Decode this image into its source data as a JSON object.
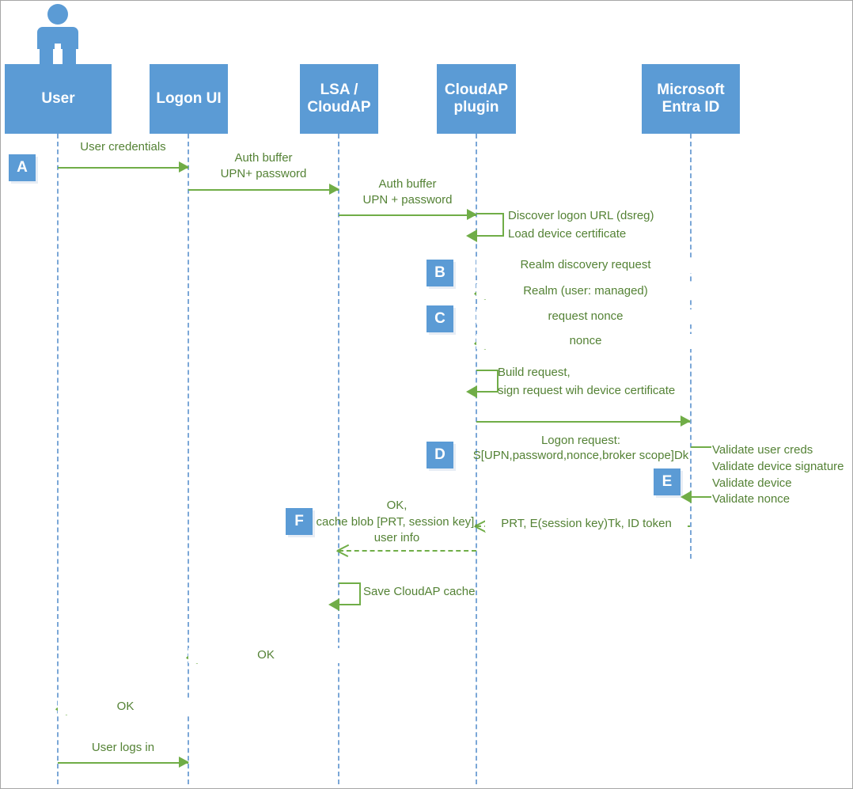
{
  "diagram": {
    "title": "Microsoft Entra ID joined device sign-in flow",
    "type": "sequence-diagram",
    "accent_blue": "#5B9BD5",
    "lifeline_blue": "#7BA7D7",
    "message_green": "#70AD47",
    "label_green": "#548235",
    "frame_border": "#A6A6A6"
  },
  "participants": [
    {
      "id": "user",
      "label": "User",
      "has_actor_icon": true
    },
    {
      "id": "logon_ui",
      "label": "Logon UI",
      "has_actor_icon": false
    },
    {
      "id": "lsa_cloudap",
      "label": "LSA /\nCloudAP",
      "line1": "LSA /",
      "line2": "CloudAP"
    },
    {
      "id": "cloudap_plugin",
      "label": "CloudAP\nplugin",
      "line1": "CloudAP",
      "line2": "plugin"
    },
    {
      "id": "entra_id",
      "label": "Microsoft\nEntra ID",
      "line1": "Microsoft",
      "line2": "Entra ID"
    }
  ],
  "markers": [
    {
      "id": "A",
      "label": "A"
    },
    {
      "id": "B",
      "label": "B"
    },
    {
      "id": "C",
      "label": "C"
    },
    {
      "id": "D",
      "label": "D"
    },
    {
      "id": "E",
      "label": "E"
    },
    {
      "id": "F",
      "label": "F"
    }
  ],
  "messages": [
    {
      "id": "m1",
      "from": "user",
      "to": "logon_ui",
      "style": "solid",
      "direction": "right",
      "label": "User credentials",
      "marker": "A"
    },
    {
      "id": "m2",
      "from": "logon_ui",
      "to": "lsa_cloudap",
      "style": "solid",
      "direction": "right",
      "label_line1": "Auth buffer",
      "label_line2": "UPN+ password"
    },
    {
      "id": "m3",
      "from": "lsa_cloudap",
      "to": "cloudap_plugin",
      "style": "solid",
      "direction": "right",
      "label_line1": "Auth buffer",
      "label_line2": "UPN + password"
    },
    {
      "id": "m4",
      "from": "cloudap_plugin",
      "to": "cloudap_plugin",
      "style": "self",
      "direction": "self",
      "label_line1": "Discover logon URL (dsreg)",
      "label_line2": "Load device certificate"
    },
    {
      "id": "m5",
      "from": "cloudap_plugin",
      "to": "entra_id",
      "style": "solid",
      "direction": "right",
      "label": "Realm discovery request",
      "marker": "B"
    },
    {
      "id": "m6",
      "from": "entra_id",
      "to": "cloudap_plugin",
      "style": "dashed",
      "direction": "left",
      "label": "Realm (user: managed)"
    },
    {
      "id": "m7",
      "from": "cloudap_plugin",
      "to": "entra_id",
      "style": "solid",
      "direction": "right",
      "label": "request nonce",
      "marker": "C"
    },
    {
      "id": "m8",
      "from": "entra_id",
      "to": "cloudap_plugin",
      "style": "dashed",
      "direction": "left",
      "label": "nonce"
    },
    {
      "id": "m9",
      "from": "cloudap_plugin",
      "to": "cloudap_plugin",
      "style": "self",
      "direction": "self",
      "label_line1": "Build request,",
      "label_line2": "sign request wih device certificate"
    },
    {
      "id": "m10",
      "from": "cloudap_plugin",
      "to": "entra_id",
      "style": "solid",
      "direction": "right",
      "label_line1": "Logon request:",
      "label_line2": "S[UPN,password,nonce,broker scope]Dk",
      "marker": "D"
    },
    {
      "id": "m11",
      "from": "entra_id",
      "to": "entra_id",
      "style": "self",
      "direction": "self",
      "label_line1": "Validate user creds",
      "label_line2": "Validate device signature",
      "label_line3": "Validate device",
      "label_line4": "Validate nonce",
      "marker": "E"
    },
    {
      "id": "m12",
      "from": "entra_id",
      "to": "cloudap_plugin",
      "style": "dashed",
      "direction": "left",
      "label": "PRT, E(session key)Tk, ID token"
    },
    {
      "id": "m13",
      "from": "cloudap_plugin",
      "to": "lsa_cloudap",
      "style": "dashed",
      "direction": "left",
      "label_line1": "OK,",
      "label_line2": "cache blob [PRT, session key],",
      "label_line3": "user info",
      "marker": "F"
    },
    {
      "id": "m14",
      "from": "lsa_cloudap",
      "to": "lsa_cloudap",
      "style": "self",
      "direction": "self",
      "label": "Save CloudAP cache"
    },
    {
      "id": "m15",
      "from": "lsa_cloudap",
      "to": "logon_ui",
      "style": "dashed",
      "direction": "left",
      "label": "OK"
    },
    {
      "id": "m16",
      "from": "logon_ui",
      "to": "user",
      "style": "dashed",
      "direction": "left",
      "label": "OK"
    },
    {
      "id": "m17",
      "from": "user",
      "to": "logon_ui",
      "style": "solid",
      "direction": "right",
      "label": "User logs in"
    }
  ]
}
